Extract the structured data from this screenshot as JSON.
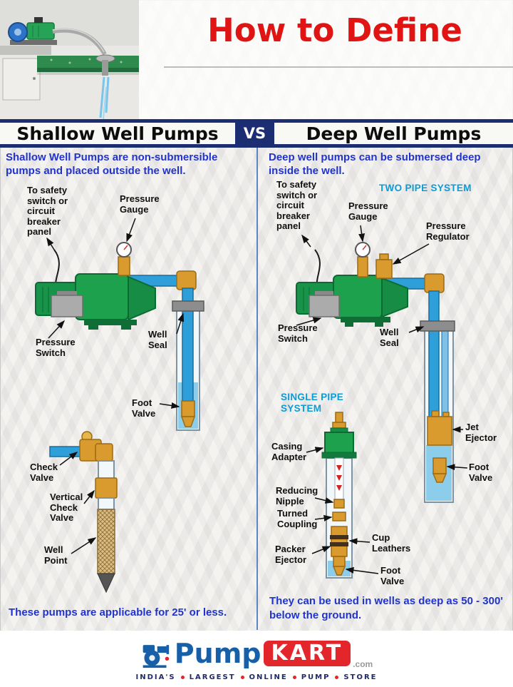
{
  "header": {
    "title": "How to Define"
  },
  "band": {
    "left_title": "Shallow Well Pumps",
    "vs": "VS",
    "right_title": "Deep Well Pumps"
  },
  "left": {
    "intro": "Shallow Well Pumps are non-submersible pumps and placed outside the well.",
    "labels": {
      "safety_panel": "To safety\nswitch or\ncircuit\nbreaker\npanel",
      "pressure_gauge": "Pressure\nGauge",
      "pressure_switch": "Pressure\nSwitch",
      "well_seal": "Well\nSeal",
      "foot_valve": "Foot\nValve",
      "check_valve": "Check\nValve",
      "vertical_check_valve": "Vertical\nCheck\nValve",
      "well_point": "Well\nPoint"
    },
    "note": "These pumps are applicable for 25' or less."
  },
  "right": {
    "intro": "Deep well pumps can be submersed deep inside the well.",
    "two_pipe_heading": "TWO PIPE SYSTEM",
    "single_pipe_heading": "SINGLE PIPE\nSYSTEM",
    "labels": {
      "safety_panel": "To safety\nswitch or\ncircuit\nbreaker\npanel",
      "pressure_gauge": "Pressure\nGauge",
      "pressure_regulator": "Pressure\nRegulator",
      "pressure_switch": "Pressure\nSwitch",
      "well_seal": "Well\nSeal",
      "jet_ejector": "Jet\nEjector",
      "foot_valve_two_pipe": "Foot\nValve",
      "casing_adapter": "Casing\nAdapter",
      "reducing_nipple": "Reducing\nNipple",
      "turned_coupling": "Turned\nCoupling",
      "packer_ejector": "Packer\nEjector",
      "cup_leathers": "Cup\nLeathers",
      "foot_valve_single_pipe": "Foot\nValve"
    },
    "note": "They can be used in wells as deep as 50 - 300' below the ground."
  },
  "footer": {
    "brand_pump": "Pump",
    "brand_kart": "KART",
    "brand_tld": ".com",
    "tagline_words": [
      "INDIA'S",
      "LARGEST",
      "ONLINE",
      "PUMP",
      "STORE"
    ]
  },
  "colors": {
    "title_red": "#e11414",
    "navy": "#1c2d72",
    "intro_blue": "#2233cc",
    "system_cyan": "#0d9bd7",
    "brand_blue": "#1760a8",
    "brand_red": "#e3262b"
  }
}
